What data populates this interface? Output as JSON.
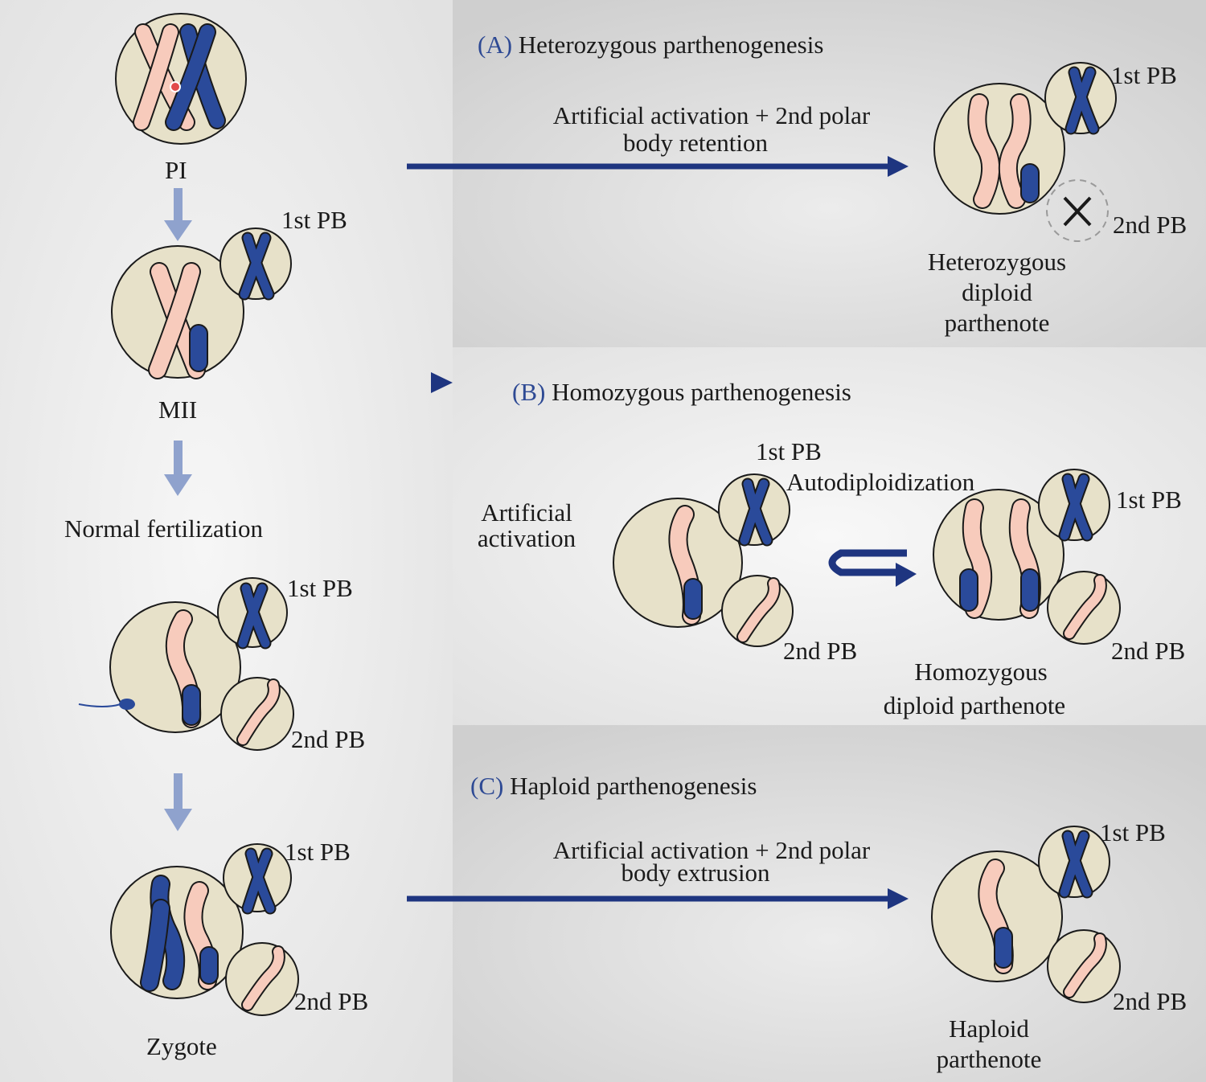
{
  "colors": {
    "pink": "#f7cbbc",
    "blue": "#2a4a9a",
    "cell": "#e7e1c9",
    "arrow_dark": "#1e3580",
    "arrow_light": "#8fa2cd"
  },
  "left": {
    "pi": "PI",
    "mii": "MII",
    "normal_fertilization": "Normal fertilization",
    "zygote": "Zygote",
    "first_pb": "1st PB",
    "second_pb": "2nd PB"
  },
  "panel_a": {
    "letter": "(A)",
    "title": "Heterozygous parthenogenesis",
    "process_line1": "Artificial activation + 2nd polar",
    "process_line2": "body retention",
    "first_pb": "1st PB",
    "second_pb": "2nd PB",
    "result_line1": "Heterozygous",
    "result_line2": "diploid",
    "result_line3": "parthenote"
  },
  "panel_b": {
    "letter": "(B)",
    "title": "Homozygous parthenogenesis",
    "activation_line1": "Artificial",
    "activation_line2": "activation",
    "first_pb_left": "1st PB",
    "autodiploidization": "Autodiploidization",
    "second_pb_left": "2nd PB",
    "first_pb_right": "1st PB",
    "second_pb_right": "2nd PB",
    "result_line1": "Homozygous",
    "result_line2": "diploid parthenote"
  },
  "panel_c": {
    "letter": "(C)",
    "title": "Haploid parthenogenesis",
    "process_line1": "Artificial activation + 2nd polar",
    "process_line2": "body extrusion",
    "first_pb": "1st PB",
    "second_pb": "2nd PB",
    "result_line1": "Haploid",
    "result_line2": "parthenote"
  }
}
